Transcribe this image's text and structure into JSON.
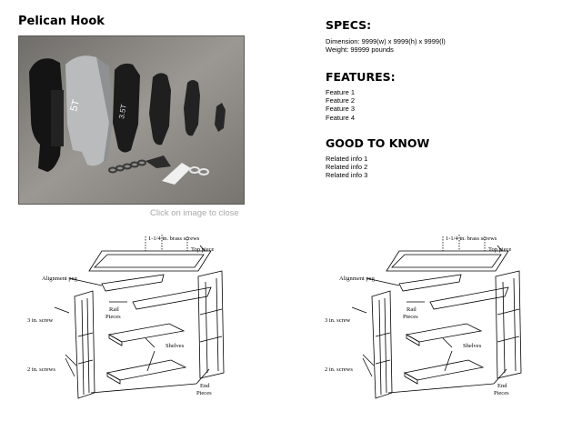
{
  "product": {
    "title": "Pelican Hook",
    "caption": "Click on image to close"
  },
  "specs": {
    "heading": "SPECS:",
    "lines": [
      "Dimension: 9999(w) x 9999(h) x 9999(l)",
      "Weight: 99999 pounds"
    ]
  },
  "features": {
    "heading": "FEATURES:",
    "items": [
      "Feature 1",
      "Feature 2",
      "Feature 3",
      "Feature 4"
    ]
  },
  "good_to_know": {
    "heading": "GOOD TO KNOW",
    "items": [
      "Related info 1",
      "Related info 2",
      "Related info 3"
    ]
  },
  "diagram_labels": {
    "brass_screws": "1-1/4 in. brass screws",
    "top_piece": "Top piece",
    "alignment_peg": "Alignment peg",
    "rail": "Rail",
    "pieces": "Pieces",
    "three_in_screw": "3 in. screw",
    "shelves": "Shelves",
    "two_in_screws": "2 in. screws",
    "end": "End",
    "end_pieces": "Pieces"
  },
  "hook_markings": {
    "large": "5T",
    "medium": "3.5T"
  }
}
